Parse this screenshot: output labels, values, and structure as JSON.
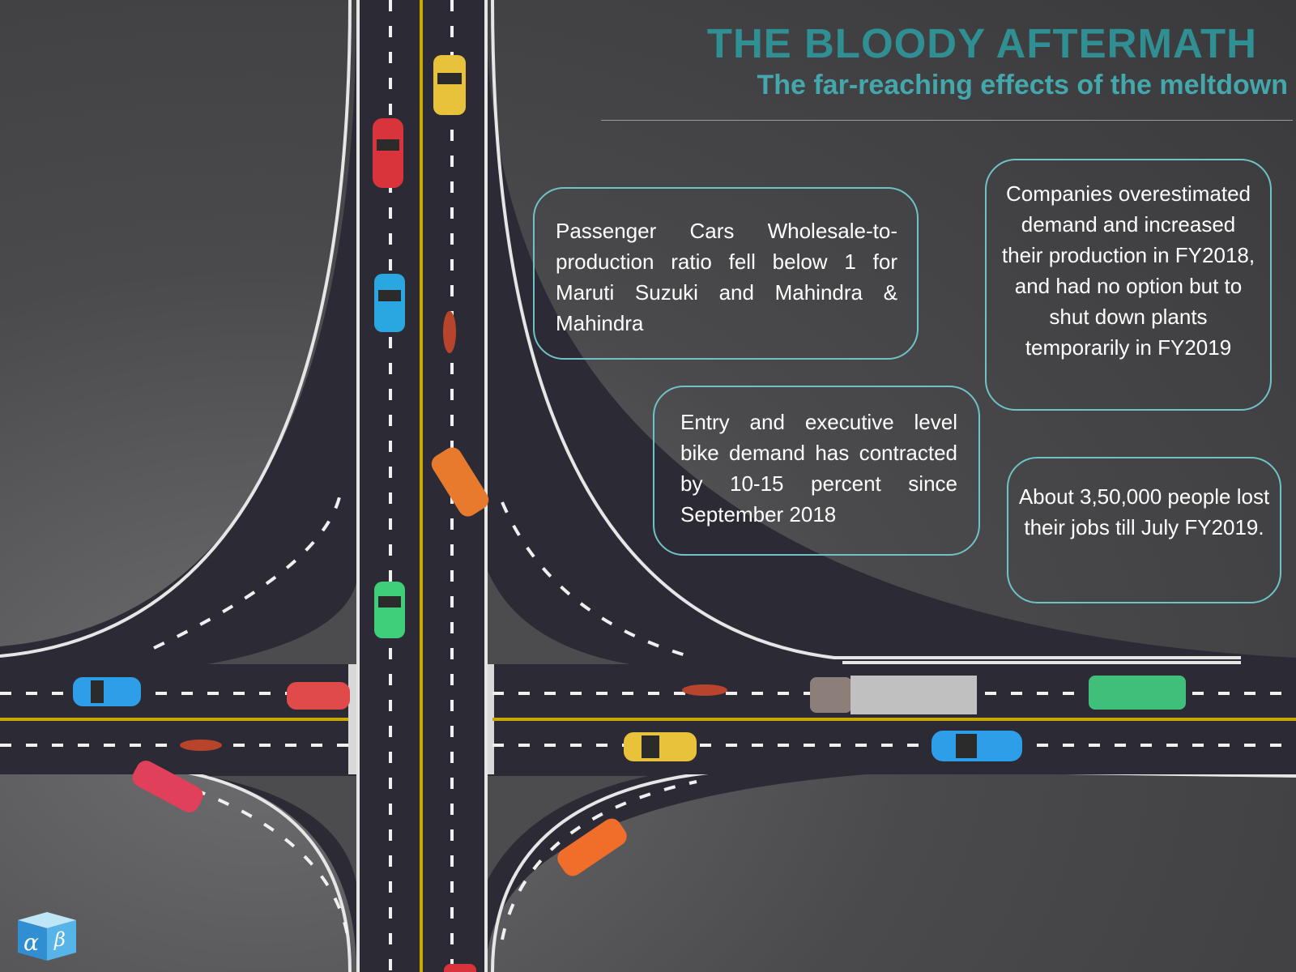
{
  "header": {
    "title": "THE BLOODY AFTERMATH",
    "subtitle": "The far-reaching effects of the meltdown"
  },
  "callouts": [
    {
      "text": "Passenger Cars Wholesale-to-production ratio fell below 1  for Maruti Suzuki and Mahindra & Mahindra"
    },
    {
      "text": "Companies overestimated demand and increased their production in FY2018, and had no option but to shut down plants temporarily in FY2019"
    },
    {
      "text": "Entry and executive level bike demand has contracted by 10-15 percent since September 2018"
    },
    {
      "text": "About 3,50,000 people lost their jobs till July FY2019."
    }
  ],
  "colors": {
    "title": "#2f8f93",
    "subtitle": "#43a7ab",
    "callout_border": "#6fc3c6",
    "road": "#2c2b35",
    "center_line": "#c9a800"
  },
  "illustration": {
    "description_icon": "road-intersection-illustration",
    "vehicle_colors": [
      "#e8c23a",
      "#d9343b",
      "#2aa7e0",
      "#e87a2e",
      "#3fcf7a",
      "#2e9ee8",
      "#e0405a",
      "#3fbf7a",
      "#c0c0c0",
      "#f06d2a"
    ]
  },
  "logo": {
    "letters": [
      "α",
      "β"
    ]
  }
}
